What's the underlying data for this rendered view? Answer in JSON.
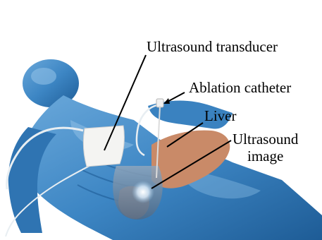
{
  "labels": {
    "ultrasound_transducer": "Ultrasound transducer",
    "ablation_catheter": "Ablation catheter",
    "liver": "Liver",
    "ultrasound_image_line1": "Ultrasound",
    "ultrasound_image_line2": "image"
  },
  "colors": {
    "body": "#3d86c4",
    "body_highlight": "#8fc0e6",
    "body_shadow": "#1e5c96",
    "liver": "#c98a68",
    "transducer": "#f4f4f2",
    "cable": "#e8eef2",
    "pointer": "#000000",
    "background": "#ffffff"
  }
}
